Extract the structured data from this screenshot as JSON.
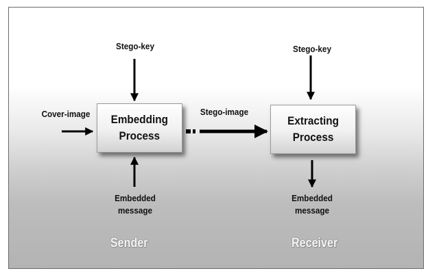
{
  "sender": {
    "stego_key_label": "Stego-key",
    "cover_image_label": "Cover-image",
    "box_line1": "Embedding",
    "box_line2": "Process",
    "embedded_line1": "Embedded",
    "embedded_line2": "message",
    "role_label": "Sender"
  },
  "channel": {
    "stego_image_label": "Stego-image"
  },
  "receiver": {
    "stego_key_label": "Stego-key",
    "box_line1": "Extracting",
    "box_line2": "Process",
    "embedded_line1": "Embedded",
    "embedded_line2": "message",
    "role_label": "Receiver"
  },
  "colors": {
    "arrow": "#000000",
    "role_text": "#f4f4f4"
  }
}
